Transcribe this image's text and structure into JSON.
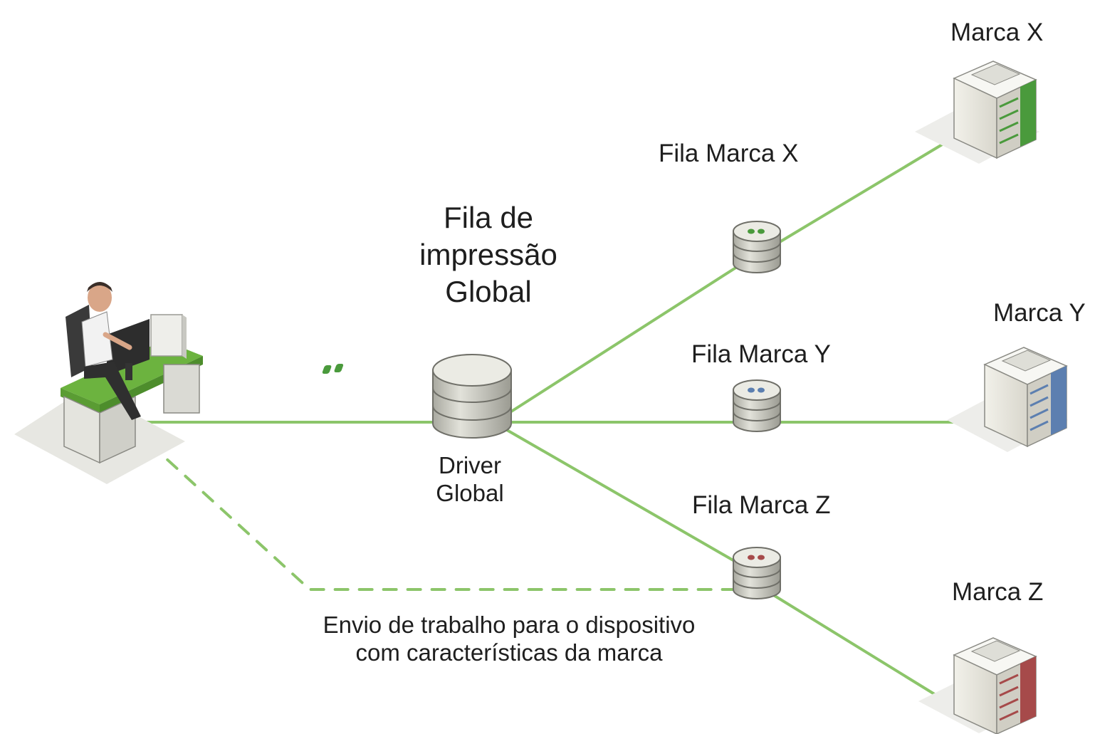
{
  "diagram": {
    "central_queue": {
      "title_lines": [
        "Fila de",
        "impressão",
        "Global"
      ],
      "driver_lines": [
        "Driver",
        "Global"
      ]
    },
    "queues": [
      {
        "label": "Fila Marca X",
        "accent": "#4a9a3c"
      },
      {
        "label": "Fila Marca Y",
        "accent": "#5c7fb0"
      },
      {
        "label": "Fila Marca Z",
        "accent": "#a64a4a"
      }
    ],
    "printers": [
      {
        "label": "Marca X",
        "accent": "#4a9a3c"
      },
      {
        "label": "Marca Y",
        "accent": "#5c7fb0"
      },
      {
        "label": "Marca Z",
        "accent": "#a64a4a"
      }
    ],
    "direct_path_caption_lines": [
      "Envio de trabalho para o dispositivo",
      "com características da marca"
    ],
    "colors": {
      "line": "#8cc56a",
      "desk": "#6cb33f",
      "cylinder": "#c9c9c0"
    }
  }
}
